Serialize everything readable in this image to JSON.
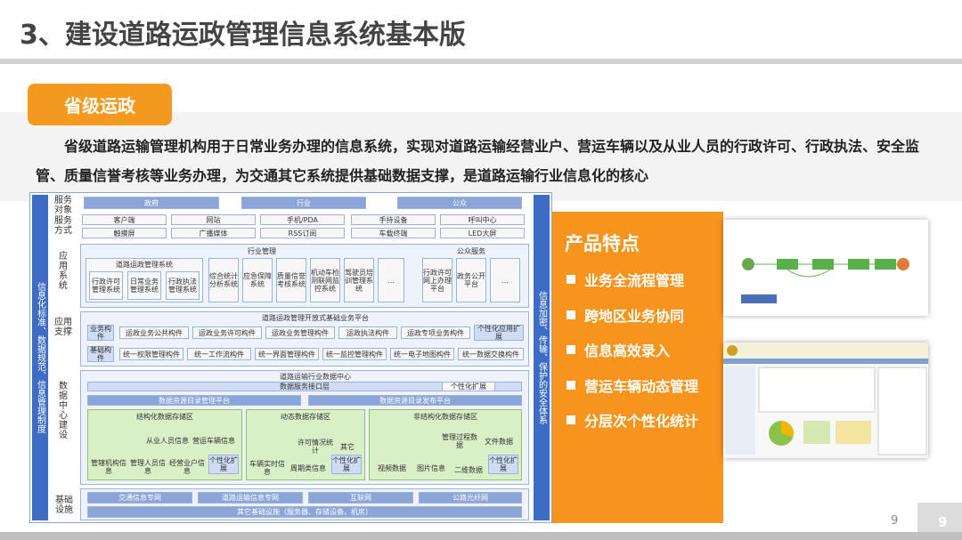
{
  "title": "3、建设道路运政管理信息系统基本版",
  "badge": "省级运政",
  "description": "省级道路运输管理机构用于日常业务办理的信息系统，实现对道路运输经营业户、营运车辆以及从业人员的行政许可、行政执法、安全监管、质量信誉考核等业务办理，为交通其它系统提供基础数据支撑，是道路运输行业信息化的核心",
  "arch": {
    "left_bar": "信息化标准、数据规范、信息管理制度",
    "right_bar": "信息加密、传输、保护的安全体系",
    "service_object": {
      "label": "服务对象",
      "items": [
        "政府",
        "行业",
        "公众"
      ]
    },
    "service_mode": {
      "label": "服务方式",
      "row1": [
        "客户端",
        "网站",
        "手机/PDA",
        "手持设备",
        "呼叫中心"
      ],
      "row2": [
        "触摸屏",
        "广播媒体",
        "RSS订阅",
        "车载终端",
        "LED大屏"
      ]
    },
    "app_system": {
      "label": "应用系统",
      "industry": "行业管理",
      "public": "公众服务",
      "main_sys": "道路运政管理系统",
      "subs": [
        "行政许可管理系统",
        "日常业务管理系统",
        "行政执法管理系统"
      ],
      "others": [
        "综合统计分析系统",
        "应急保障系统",
        "质量信誉考核系统",
        "机动车检测联网监控系统",
        "驾驶员培训管理系统"
      ],
      "public_items": [
        "行政许可网上办理平台",
        "政务公开平台"
      ]
    },
    "app_support": {
      "label": "应用支撑",
      "platform": "道路运政管理开放式基础业务平台",
      "biz": "业务构件",
      "base": "基础构件",
      "row1": [
        "运政业务公共构件",
        "运政业务许可构件",
        "运政业务管理构件",
        "运政执法构件",
        "运政专项业务构件"
      ],
      "personal": "个性化应用扩展",
      "row2": [
        "统一权限管理构件",
        "统一工作流构件",
        "统一界面管理构件",
        "统一监控管理构件",
        "统一电子地图构件",
        "统一数据交换构件"
      ]
    },
    "data_center": {
      "label": "数据中心建设",
      "title": "道路运输行业数据中心",
      "iface": "数据服务接口层",
      "ext": "个性化扩展",
      "catalog1": "数据资源目录管理平台",
      "catalog2": "数据资源目录发布平台",
      "zone1": "结构化数据存储区",
      "zone2": "动态数据存储区",
      "zone3": "非结构化数据存储区",
      "z1items": [
        "从业人员信息",
        "营运车辆信息",
        "管辖机构信息",
        "管理人员信息",
        "经营业户信息"
      ],
      "z2items": [
        "许可情况统计",
        "其它",
        "车辆实时信息",
        "周期类信息"
      ],
      "z3items": [
        "管理过程数据",
        "文件数据",
        "视频数据",
        "图片信息",
        "二维数据"
      ],
      "personal": "个性化扩展"
    },
    "infra": {
      "label": "基础设施",
      "nets": [
        "交通信息专网",
        "道路运输信息专网",
        "互联网",
        "公路光纤网"
      ],
      "other": "其它基础设施（服务器、存储设备、机房）"
    }
  },
  "features": {
    "title": "产品特点",
    "items": [
      "业务全流程管理",
      "跨地区业务协同",
      "信息高效录入",
      "营运车辆动态管理",
      "分层次个性化统计"
    ]
  },
  "page": {
    "small": "9",
    "big": "9"
  },
  "colors": {
    "accent": "#f7941d",
    "blue": "#3d6cc4"
  }
}
